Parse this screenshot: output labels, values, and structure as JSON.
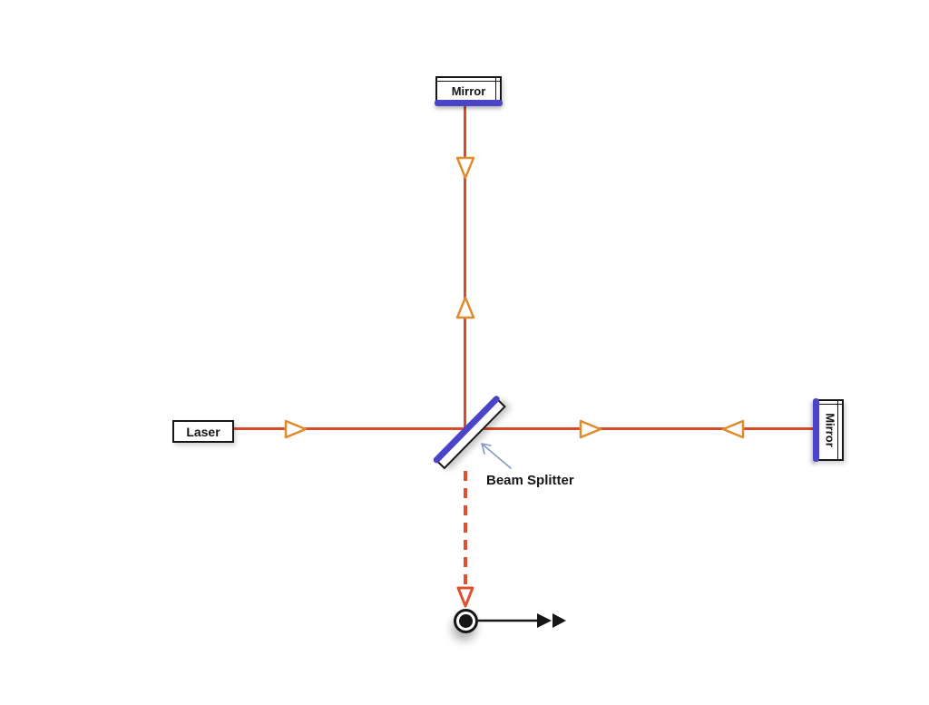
{
  "diagram_type": "michelson-interferometer",
  "labels": {
    "laser": "Laser",
    "mirror_top": "Mirror",
    "mirror_right": "Mirror",
    "beam_splitter": "Beam Splitter"
  },
  "colors": {
    "beam": "#d94c2b",
    "beam_dashed": "#e0502f",
    "arrow_stroke": "#e18a2b",
    "mirror_coating": "#4a45c8",
    "annotation_arrow": "#8598c8",
    "ink": "#161616"
  },
  "beam_path_arrows": [
    {
      "segment": "laser-to-beam-splitter",
      "direction": "right",
      "style": "solid"
    },
    {
      "segment": "beam-splitter-to-right-mirror",
      "direction": "right",
      "style": "solid"
    },
    {
      "segment": "right-mirror-to-beam-splitter",
      "direction": "left",
      "style": "solid"
    },
    {
      "segment": "beam-splitter-to-top-mirror",
      "direction": "up",
      "style": "solid"
    },
    {
      "segment": "top-mirror-to-beam-splitter",
      "direction": "down",
      "style": "solid"
    },
    {
      "segment": "beam-splitter-to-detector",
      "direction": "down",
      "style": "dashed"
    }
  ],
  "detector": {
    "shape": "bullseye-circle",
    "output_arrow_direction": "right"
  }
}
